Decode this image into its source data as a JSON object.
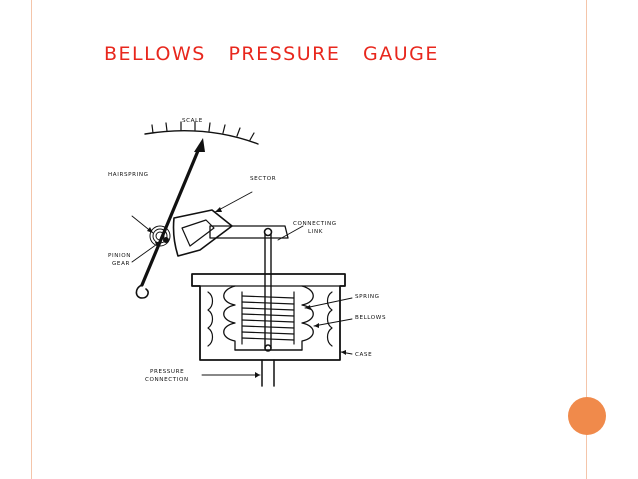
{
  "slide": {
    "title": "BELLOWS   PRESSURE   GAUGE",
    "accent_color": "#e8271d",
    "frame_color": "#f4c5aa",
    "dot_color": "#f08a4b"
  },
  "diagram": {
    "labels": {
      "scale": "SCALE",
      "hairspring": "HAIRSPRING",
      "sector": "SECTOR",
      "pinion_line1": "PINION",
      "pinion_line2": "GEAR",
      "connecting_line1": "CONNECTING",
      "connecting_line2": "LINK",
      "spring": "SPRING",
      "bellows": "BELLOWS",
      "case": "CASE",
      "pressure_line1": "PRESSURE",
      "pressure_line2": "CONNECTION"
    }
  }
}
